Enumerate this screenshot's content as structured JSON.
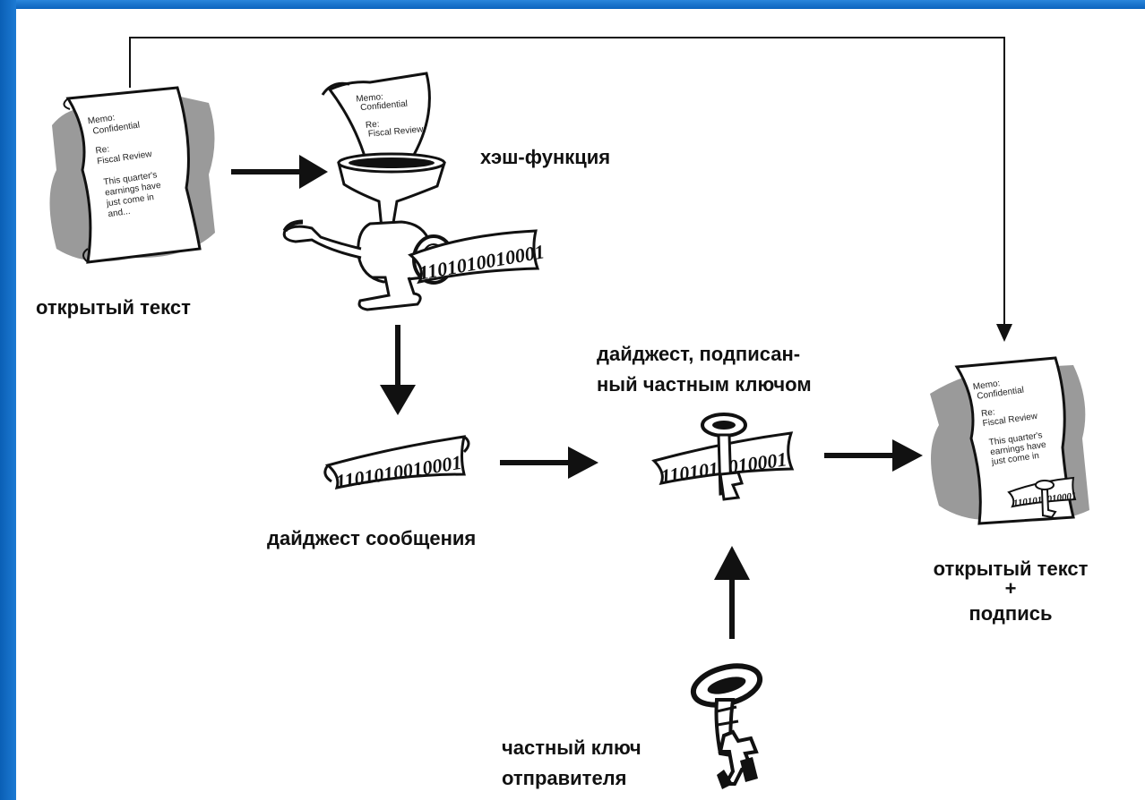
{
  "colors": {
    "background": "#0a6ac4",
    "canvas": "#ffffff",
    "ink": "#111111",
    "shadow": "#9a9a9a"
  },
  "labels": {
    "plaintext": "открытый текст",
    "hash_function": "хэш-функция",
    "digest": "дайджест сообщения",
    "signed_digest_line1": "дайджест, подписан-",
    "signed_digest_line2": "ный частным ключом",
    "private_key_line1": "частный ключ",
    "private_key_line2": "отправителя",
    "result_line1": "открытый текст",
    "result_line2": "+",
    "result_line3": "подпись"
  },
  "document": {
    "lines": [
      "Memo:",
      "Confidential",
      "Re:",
      "Fiscal Review",
      "This quarter's",
      "earnings have",
      "just come in",
      "and..."
    ]
  },
  "binary": "1101010010001",
  "icons": [
    "document-icon",
    "meat-grinder-icon",
    "digest-ribbon-icon",
    "signed-digest-icon",
    "key-icon",
    "signed-document-icon"
  ]
}
